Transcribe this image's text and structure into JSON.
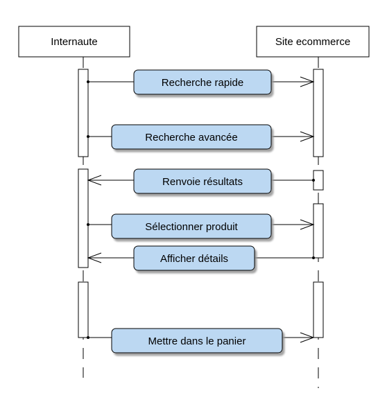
{
  "diagram": {
    "participants": [
      {
        "id": "internaute",
        "label": "Internaute"
      },
      {
        "id": "site",
        "label": "Site ecommerce"
      }
    ],
    "messages": [
      {
        "id": "recherche-rapide",
        "label": "Recherche rapide",
        "from": "internaute",
        "to": "site"
      },
      {
        "id": "recherche-avancee",
        "label": "Recherche avancée",
        "from": "internaute",
        "to": "site"
      },
      {
        "id": "renvoie-resultats",
        "label": "Renvoie résultats",
        "from": "site",
        "to": "internaute"
      },
      {
        "id": "selectionner-produit",
        "label": "Sélectionner produit",
        "from": "internaute",
        "to": "site"
      },
      {
        "id": "afficher-details",
        "label": "Afficher détails",
        "from": "site",
        "to": "internaute"
      },
      {
        "id": "mettre-dans-le-panier",
        "label": "Mettre dans le panier",
        "from": "internaute",
        "to": "site"
      }
    ]
  },
  "colors": {
    "message_fill": "#bcd8f2",
    "stroke": "#000000",
    "shadow": "#9a9a9a",
    "background": "#ffffff"
  }
}
